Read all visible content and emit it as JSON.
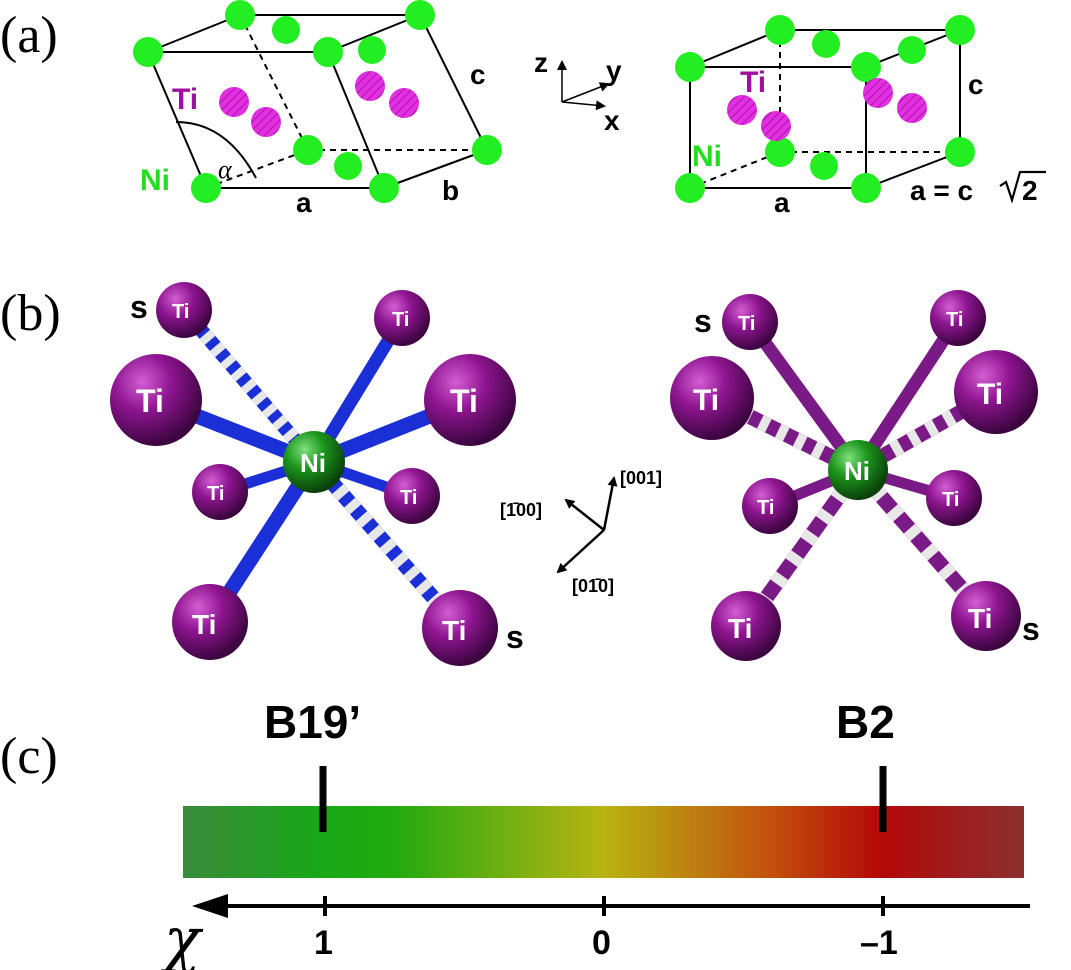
{
  "panels": {
    "a": "(a)",
    "b": "(b)",
    "c": "(c)"
  },
  "panel_a": {
    "ti": "Ti",
    "ni": "Ni",
    "alpha": "α",
    "a": "a",
    "b": "b",
    "c": "c",
    "axis_z": "z",
    "axis_y": "y",
    "axis_x": "x",
    "relation": "a = c",
    "sqrt_num": "2"
  },
  "panel_b": {
    "ni": "Ni",
    "ti": "Ti",
    "s": "s",
    "dir_001": "[001]",
    "dir_m100": "[1̄00]",
    "dir_0m10": "[01̄0]"
  },
  "panel_c": {
    "label_b19": "B19’",
    "label_b2": "B2",
    "chi": "χ",
    "ticks": [
      "1",
      "0",
      "–1"
    ]
  },
  "colors": {
    "ni_green": "#22ee22",
    "ti_magenta": "#cc22cc",
    "ti_sphere": "#8a128c",
    "bond_blue": "#1a2fd6",
    "bond_purple": "#7a1a86",
    "bar_green": "#1aaa1a",
    "bar_yellow": "#b8b814",
    "bar_red": "#b20e0e"
  }
}
